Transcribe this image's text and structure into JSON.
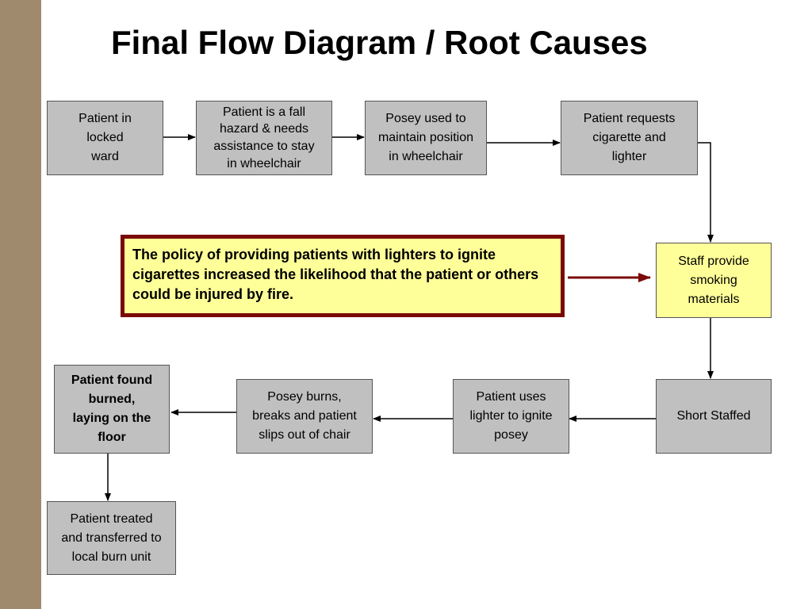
{
  "title": "Final Flow Diagram / Root Causes",
  "colors": {
    "sidebar": "#a08a6e",
    "box_gray": "#c0c0c0",
    "box_yellow": "#ffff99",
    "callout_border": "#7a0a0a"
  },
  "nodes": {
    "locked_ward": "Patient in\nlocked\nward",
    "fall_hazard": "Patient is a fall\nhazard & needs\nassistance to stay\nin wheelchair",
    "posey_used": "Posey used to\nmaintain position\nin wheelchair",
    "requests_cigarette": "Patient requests\ncigarette and\nlighter",
    "staff_provide": "Staff provide\nsmoking\nmaterials",
    "short_staffed": "Short Staffed",
    "uses_lighter": "Patient uses\nlighter to ignite\nposey",
    "posey_burns": "Posey burns,\nbreaks and patient\nslips out of chair",
    "found_burned": "Patient found\nburned,\nlaying on the\nfloor",
    "treated": "Patient treated\nand transferred to\nlocal burn unit"
  },
  "callout": "The policy of providing patients with lighters to ignite cigarettes increased the likelihood that the patient or others could be injured by fire."
}
